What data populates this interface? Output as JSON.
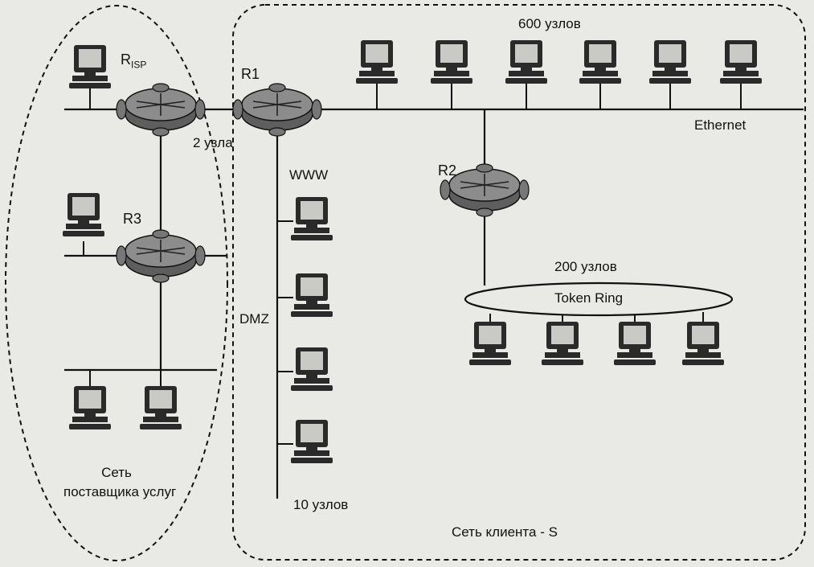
{
  "routers": {
    "risp": {
      "name": "R",
      "sub": "ISP"
    },
    "r1": {
      "name": "R1"
    },
    "r2": {
      "name": "R2"
    },
    "r3": {
      "name": "R3"
    }
  },
  "labels": {
    "ethernet_count": "600 узлов",
    "ethernet": "Ethernet",
    "link_count": "2 узла",
    "www": "WWW",
    "dmz": "DMZ",
    "dmz_count": "10 узлов",
    "token_ring_count": "200 узлов",
    "token_ring": "Token Ring",
    "provider_net_line1": "Сеть",
    "provider_net_line2": "поставщика услуг",
    "client_net": "Сеть клиента - S"
  },
  "colors": {
    "background": "#e9e9e6",
    "ink": "#111111",
    "router_fill": "#8c8c8c"
  }
}
